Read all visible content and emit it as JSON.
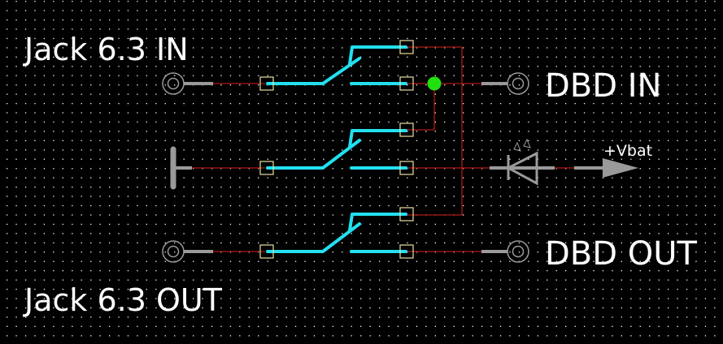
{
  "labels": {
    "jack_in": "Jack 6.3 IN",
    "jack_out": "Jack 6.3 OUT",
    "dbd_in": "DBD IN",
    "dbd_out": "DBD OUT",
    "vbat": "+Vbat"
  },
  "colors": {
    "background": "#000000",
    "grid": "#ffffff",
    "wire": "#b01818",
    "switch": "#22e0f0",
    "pad": "#e8e0a0",
    "junction": "#22e010",
    "component": "#9a9a9a",
    "text": "#ffffff"
  },
  "components": {
    "switches": [
      "switch-1",
      "switch-2",
      "switch-3"
    ],
    "connectors": [
      "jack-in-connector",
      "ground-symbol",
      "jack-out-connector",
      "dbd-in-connector",
      "dbd-out-connector"
    ],
    "led": "led-diode",
    "supply": "vbat-arrow"
  }
}
